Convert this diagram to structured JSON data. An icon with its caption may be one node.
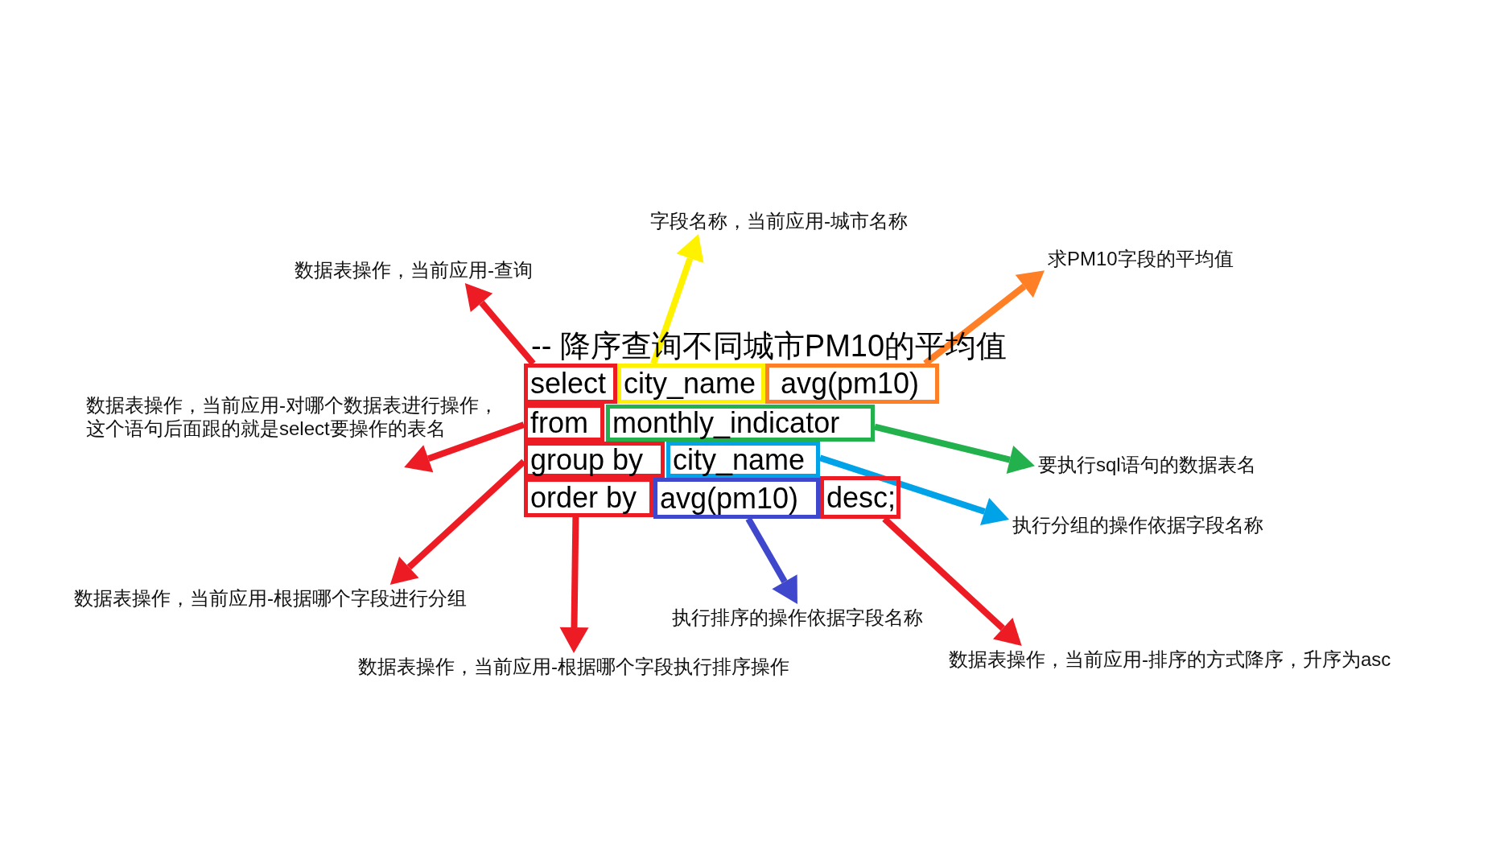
{
  "diagram": {
    "nodes": [
      {
        "text": [
          "字段名称，当前应用-城市名称"
        ]
      },
      {
        "text": [
          "求PM10字段的平均值"
        ]
      },
      {
        "text": [
          "数据表操作，当前应用-查询"
        ]
      },
      {
        "text": [
          "select"
        ]
      },
      {
        "text": [
          "city_name"
        ]
      },
      {
        "text": [
          "avg(pm10)"
        ]
      },
      {
        "text": [
          "数据表操作，当前应用-对哪个数据表进行操作，这个语句后面跟的就是select要操作的表名"
        ]
      },
      {
        "text": [
          "from"
        ]
      },
      {
        "text": [
          "monthly_indicator"
        ]
      },
      {
        "text": [
          "group by"
        ]
      },
      {
        "text": [
          "city_name"
        ]
      },
      {
        "text": [
          "要执行sql语句的数据表名"
        ]
      },
      {
        "text": [
          "order by"
        ]
      },
      {
        "text": [
          "avg(pm10)"
        ]
      },
      {
        "text": [
          "desc;"
        ]
      },
      {
        "text": [
          "执行分组的操作依据字段名称"
        ]
      },
      {
        "text": [
          "数据表操作，当前应用-根据哪个字段进行分组"
        ]
      },
      {
        "text": [
          "执行排序的操作依据字段名称"
        ]
      },
      {
        "text": [
          "数据表操作，当前应用-排序的方式降序，升序为asc"
        ]
      },
      {
        "text": [
          "数据表操作，当前应用-根据哪个字段执行排序操作"
        ]
      }
    ],
    "edges": [
      {
        "from": 3,
        "to": 2,
        "arrow": "to"
      },
      {
        "from": 4,
        "to": 0,
        "arrow": "to",
        "color": "#fff200"
      },
      {
        "from": 5,
        "to": 1,
        "arrow": "to",
        "color": "#ff7f27"
      },
      {
        "from": 7,
        "to": 6,
        "arrow": "to"
      },
      {
        "from": 8,
        "to": 11,
        "arrow": "to",
        "color": "#22b14c"
      },
      {
        "from": 9,
        "to": 16,
        "arrow": "to"
      },
      {
        "from": 10,
        "to": 15,
        "arrow": "to",
        "color": "#00a2e8"
      },
      {
        "from": 12,
        "to": 19,
        "arrow": "to"
      },
      {
        "from": 13,
        "to": 17,
        "arrow": "to",
        "color": "#3f48cc"
      },
      {
        "from": 14,
        "to": 18,
        "arrow": "to"
      }
    ],
    "labels": [
      "-- 降序查询不同城市PM10的平均值"
    ]
  }
}
